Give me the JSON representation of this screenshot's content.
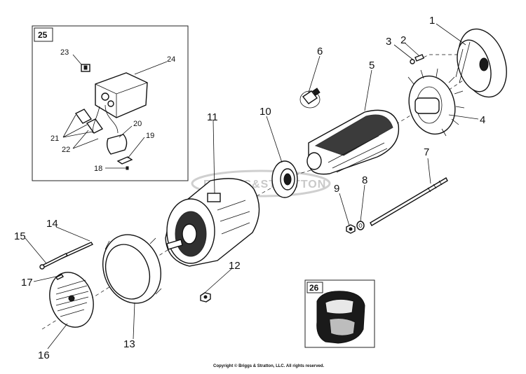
{
  "diagram": {
    "callouts": [
      "1",
      "2",
      "3",
      "4",
      "5",
      "6",
      "7",
      "8",
      "9",
      "10",
      "11",
      "12",
      "13",
      "14",
      "15",
      "16",
      "17"
    ],
    "inset_box": {
      "label": "25",
      "callouts": [
        "18",
        "19",
        "20",
        "21",
        "22",
        "23",
        "24"
      ]
    },
    "inset_photo": {
      "label": "26"
    },
    "watermark": "BRIGGS&STRATTON",
    "copyright": "Copyright © Briggs & Stratton, LLC. All rights reserved."
  }
}
